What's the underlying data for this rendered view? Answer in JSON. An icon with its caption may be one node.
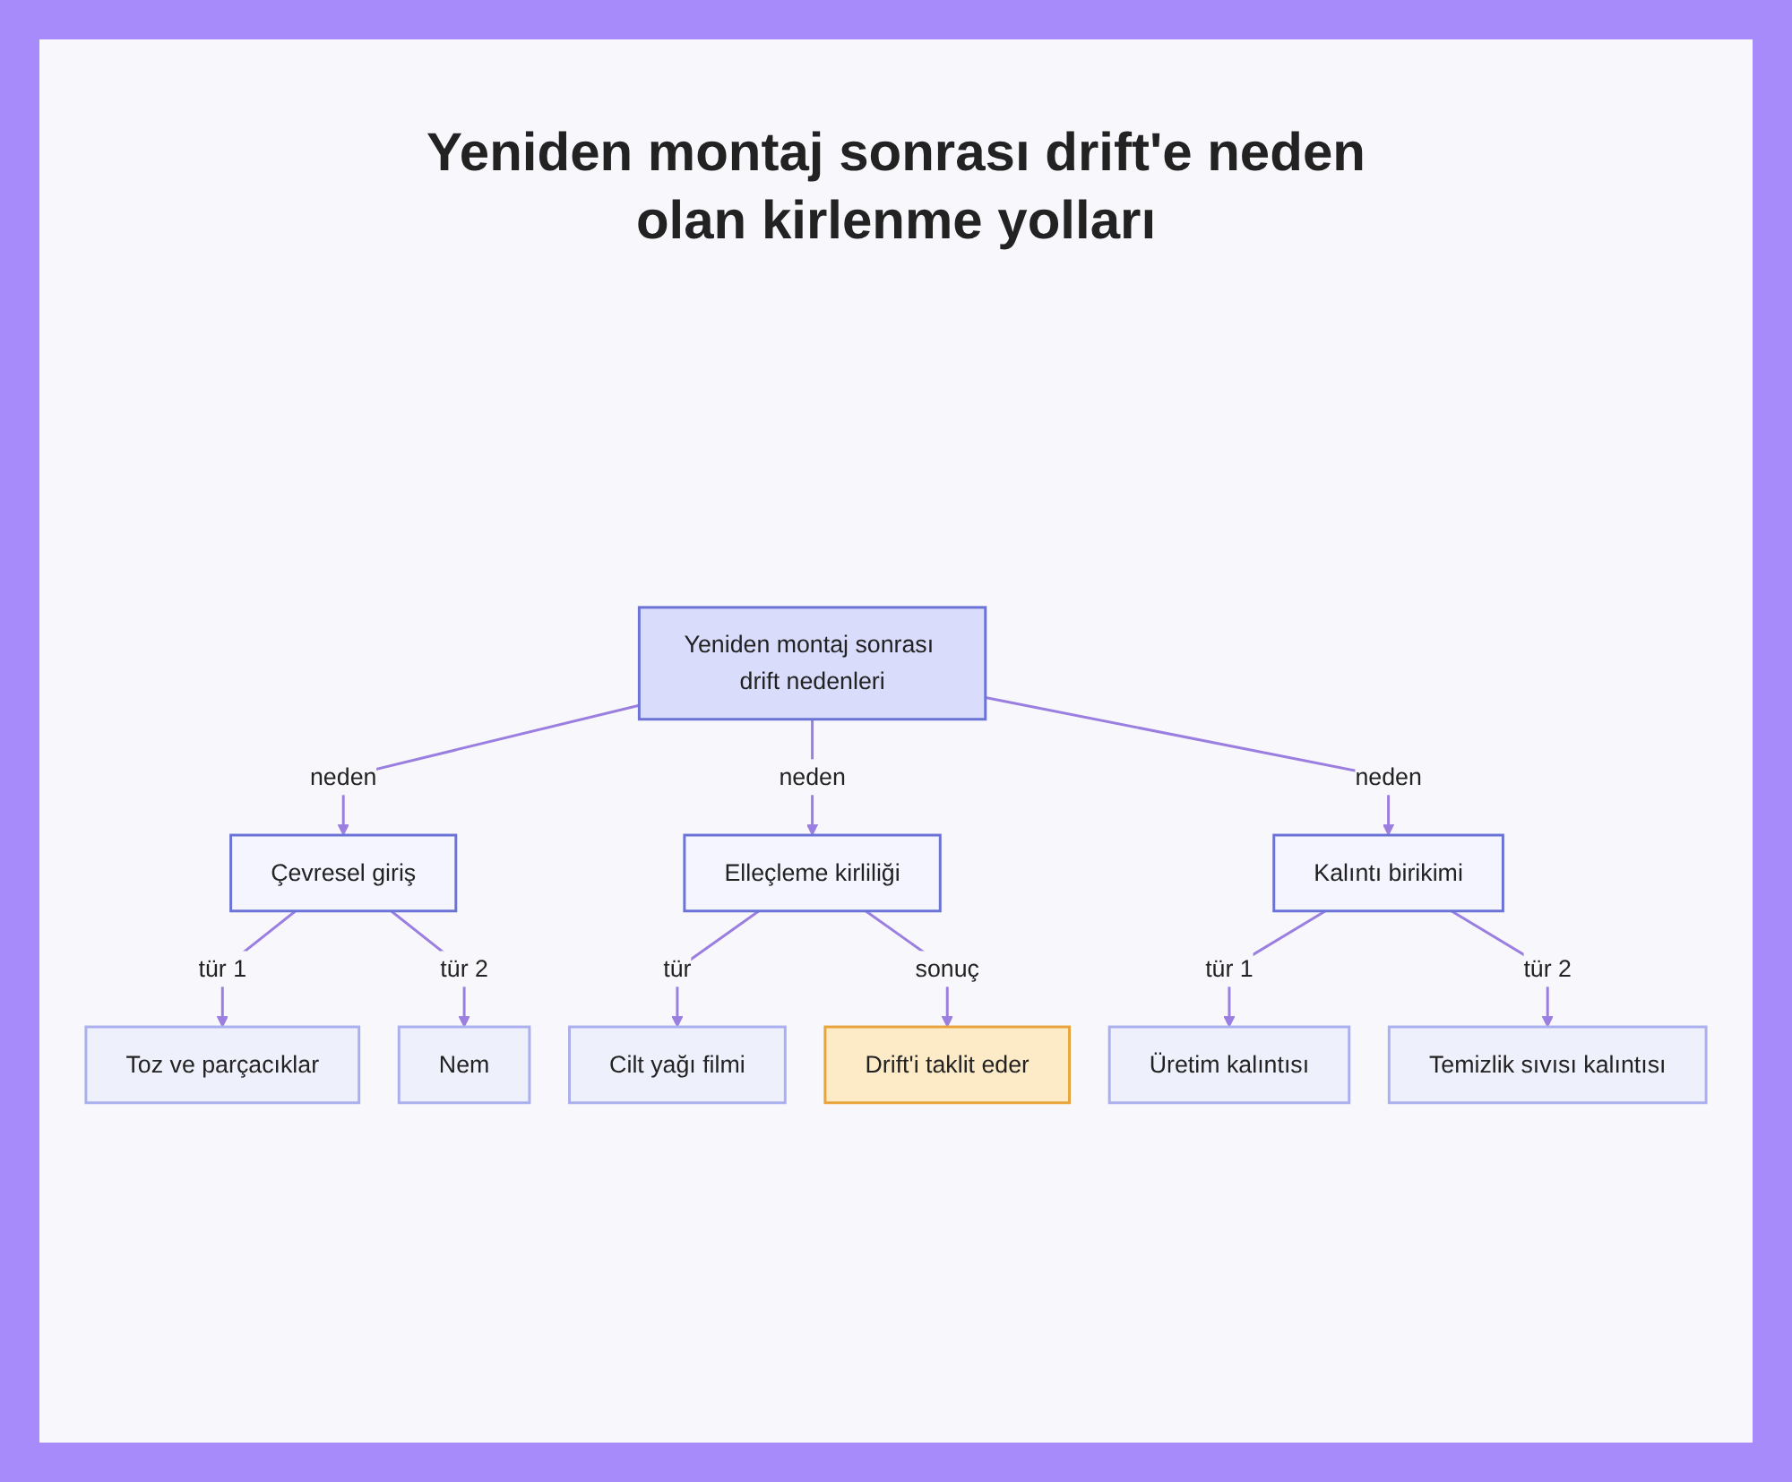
{
  "diagram": {
    "title": "Yeniden montaj sonrası drift'e neden olan kirlenme yolları",
    "nodes": [
      {
        "text": [
          "Yeniden montaj sonrası drift nedenleri"
        ]
      },
      {
        "text": [
          "Çevresel giriş"
        ]
      },
      {
        "text": [
          "Elleçleme kirliliği"
        ]
      },
      {
        "text": [
          "Kalıntı birikimi"
        ]
      },
      {
        "text": [
          "Toz ve parçacıklar"
        ]
      },
      {
        "text": [
          "Nem"
        ]
      },
      {
        "text": [
          "Cilt yağı filmi"
        ]
      },
      {
        "text": [
          "Drift'i taklit eder"
        ]
      },
      {
        "text": [
          "Üretim kalıntısı"
        ]
      },
      {
        "text": [
          "Temizlik sıvısı kalıntısı"
        ]
      }
    ],
    "edges": [
      {
        "from": 0,
        "to": 1,
        "arrow": "to",
        "label": "neden"
      },
      {
        "from": 0,
        "to": 2,
        "arrow": "to",
        "label": "neden"
      },
      {
        "from": 0,
        "to": 3,
        "arrow": "to",
        "label": "neden"
      },
      {
        "from": 1,
        "to": 4,
        "arrow": "to",
        "label": "tür 1"
      },
      {
        "from": 1,
        "to": 5,
        "arrow": "to",
        "label": "tür 2"
      },
      {
        "from": 2,
        "to": 6,
        "arrow": "to",
        "label": "tür"
      },
      {
        "from": 2,
        "to": 7,
        "arrow": "to",
        "label": "sonuç"
      },
      {
        "from": 3,
        "to": 8,
        "arrow": "to",
        "label": "tür 1"
      },
      {
        "from": 3,
        "to": 9,
        "arrow": "to",
        "label": "tür 2"
      }
    ]
  }
}
